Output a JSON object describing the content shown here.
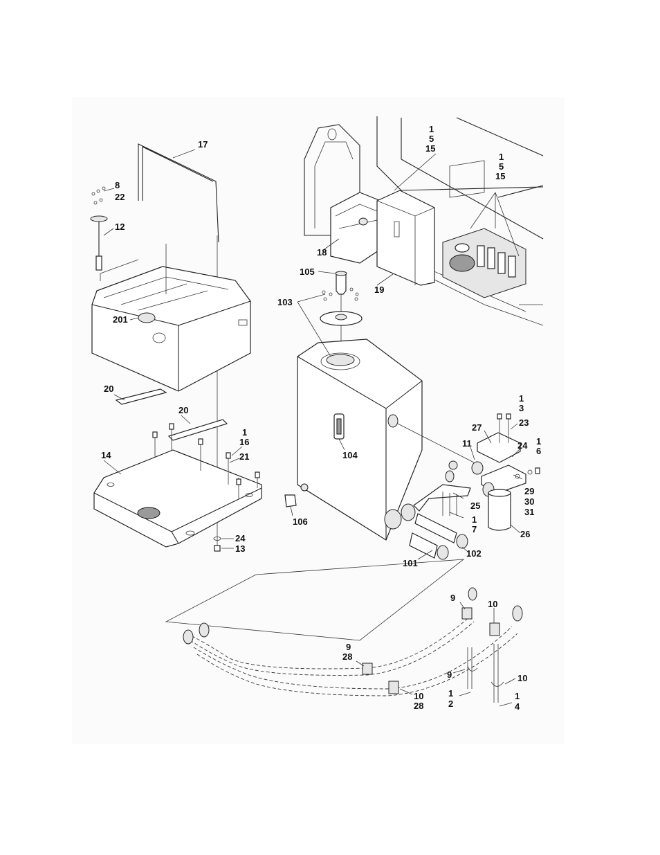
{
  "callouts": {
    "c17": "17",
    "c8": "8",
    "c22": "22",
    "c12": "12",
    "c201": "201",
    "c20a": "20",
    "c20b": "20",
    "c14": "14",
    "c1a": "1",
    "c16": "16",
    "c21": "21",
    "c24a": "24",
    "c13": "13",
    "c1b": "1",
    "c5a": "5",
    "c15a": "15",
    "c1c": "1",
    "c5b": "5",
    "c15b": "15",
    "c18": "18",
    "c19": "19",
    "c105": "105",
    "c103": "103",
    "c104": "104",
    "c106": "106",
    "c1d": "1",
    "c3": "3",
    "c27": "27",
    "c23": "23",
    "c11": "11",
    "c24b": "24",
    "c1e": "1",
    "c6": "6",
    "c29": "29",
    "c30": "30",
    "c31": "31",
    "c25": "25",
    "c1f": "1",
    "c7": "7",
    "c26": "26",
    "c102": "102",
    "c101": "101",
    "c9a": "9",
    "c10a": "10",
    "c9b": "9",
    "c28a": "28",
    "c9c": "9",
    "c10b": "10",
    "c10c": "10",
    "c28b": "28",
    "c1g": "1",
    "c2": "2",
    "c1h": "1",
    "c4": "4"
  }
}
